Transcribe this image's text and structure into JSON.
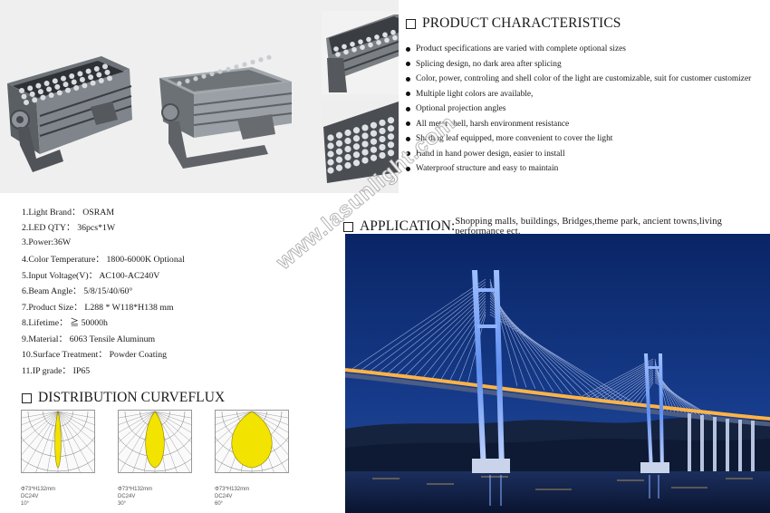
{
  "characteristics": {
    "title": "PRODUCT CHARACTERISTICS",
    "items": [
      "Product specifications are varied with complete optional sizes",
      "Splicing design, no dark area after splicing",
      "Color, power, controling and shell color of the light are customizable, suit for customer customizer",
      "Multiple light colors are available,",
      "Optional projection angles",
      "All metal shell, harsh environment resistance",
      "Shading leaf equipped, more convenient to cover the light",
      "Hand in hand power design, easier to install",
      "Waterproof structure and easy to maintain"
    ]
  },
  "specs": [
    "1.Light Brand：  OSRAM",
    "2.LED QTY：  36pcs*1W",
    "3.Power:36W",
    "4.Color Temperature：  1800-6000K Optional",
    "5.Input Voltage(V)：  AC100-AC240V",
    "6.Beam Angle：  5/8/15/40/60°",
    "7.Product Size：  L288 * W118*H138 mm",
    "8.Lifetime：  ≧ 50000h",
    "9.Material：  6063 Tensile  Aluminum",
    "10.Surface Treatment：  Powder Coating",
    "11.IP grade：  IP65"
  ],
  "distribution": {
    "title": "DISTRIBUTION CURVEFLUX",
    "diagrams": [
      {
        "size": "Φ73*H132mm",
        "voltage": "DC24V",
        "angle": "10°",
        "beam_deg": 10
      },
      {
        "size": "Φ73*H132mm",
        "voltage": "DC24V",
        "angle": "30°",
        "beam_deg": 30
      },
      {
        "size": "Φ73*H132mm",
        "voltage": "DC24V",
        "angle": "60°",
        "beam_deg": 60
      }
    ]
  },
  "application": {
    "label": "APPLICATION:",
    "text": " Shopping malls, buildings, Bridges,theme park, ancient towns,living performance ect."
  },
  "watermark": "www.lasunlight.com",
  "colors": {
    "beam_fill": "#f2e300",
    "night_sky": "#0d2a6b",
    "tower_blue": "#5f8ff0",
    "deck_lights": "#ffb347"
  }
}
